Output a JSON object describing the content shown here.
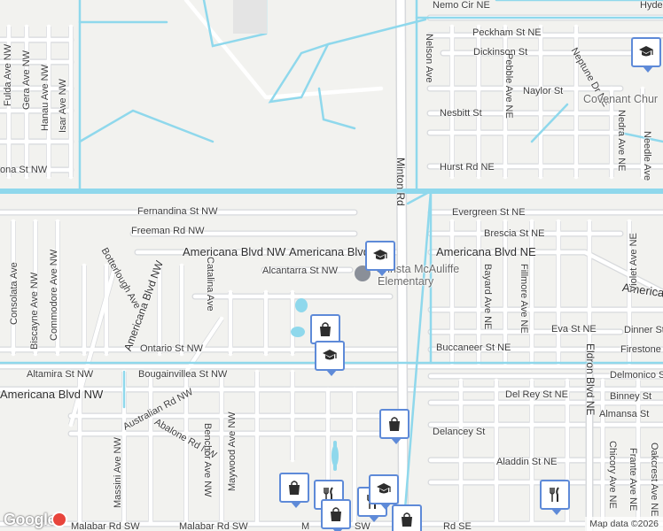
{
  "map": {
    "attribution": "Map data ©2026",
    "logo_text": "Google",
    "colors": {
      "land": "#f2f2ef",
      "road": "#ffffff",
      "road_casing": "#d7d9dc",
      "water": "#8fd8ec",
      "pin_border": "#5e8ad8",
      "pin_icon": "#2d2d2d"
    }
  },
  "streets": {
    "nemo_cir": "Nemo Cir NE",
    "hyde": "Hyde",
    "peckham": "Peckham St NE",
    "dickinson": "Dickinson St",
    "neptune": "Neptune Dr NE",
    "nelson": "Nelson Ave",
    "pebble": "Pebble Ave NE",
    "naylor": "Naylor St",
    "nesbitt": "Nesbitt St",
    "nedra": "Nedra Ave NE",
    "needle": "Needle Ave",
    "hurst": "Hurst Rd NE",
    "minton": "Minton Rd",
    "fulda": "Fulda Ave NW",
    "gera": "Gera Ave NW",
    "hanau": "Hanau Ave NW",
    "isar": "Isar Ave NW",
    "ona": "ona St NW",
    "fernandina": "Fernandina St NW",
    "freeman": "Freeman Rd NW",
    "evergreen": "Evergreen St NE",
    "brescia": "Brescia St NE",
    "americana_nw_1": "Americana Blvd NW",
    "americana_nw_2": "Americana Blvd",
    "americana_ne": "Americana Blvd NE",
    "americana_ne_2": "America",
    "consolata": "Consolata Ave",
    "biscayne": "Biscayne Ave NW",
    "commodore": "Commodore Ave NW",
    "botterlough": "Botterlough Ave",
    "americana_diag": "Americana Blvd NW",
    "catalina": "Catalina Ave",
    "alcantarra": "Alcantarra St NW",
    "bayard": "Bayard Ave NE",
    "fillmore": "Fillmore Ave NE",
    "violet": "Violet Ave NE",
    "eva": "Eva St NE",
    "dinner": "Dinner St",
    "ontario": "Ontario St NW",
    "buccaneer": "Buccaneer St NE",
    "firestone": "Firestone",
    "altamira": "Altamira St NW",
    "bougainvillea": "Bougainvillea St NW",
    "delmonico": "Delmonico St",
    "americana_w": "Americana Blvd NW",
    "eldron": "Eldron Blvd NE",
    "del_rey": "Del Rey St NE",
    "binney": "Binney St",
    "australian": "Australian Rd NW",
    "abalone": "Abalone Rd NW",
    "almansa": "Almansa St",
    "massini": "Massini Ave NW",
    "benchor": "Benchor Ave NW",
    "maywood": "Maywood Ave NW",
    "delancey": "Delancey St",
    "chicory": "Chicory Ave NE",
    "frante": "Frante Ave NE",
    "oakcrest": "Oakcrest Ave NE",
    "aladdin": "Aladdin St NE",
    "malabar_1": "Malabar Rd SW",
    "malabar_2": "Malabar Rd SW",
    "malabar_3": "M",
    "malabar_4": "SW",
    "malabar_5": "Rd SE"
  },
  "pois": {
    "covenant": "Covenant Chur",
    "school_line1": "Christa McAuliffe",
    "school_line2": "Elementary"
  },
  "markers": [
    {
      "icon": "school-icon"
    },
    {
      "icon": "shopping-bag-icon"
    },
    {
      "icon": "school-icon"
    },
    {
      "icon": "school-icon"
    },
    {
      "icon": "shopping-bag-icon"
    },
    {
      "icon": "shopping-bag-icon"
    },
    {
      "icon": "restaurant-icon"
    },
    {
      "icon": "restaurant-icon"
    },
    {
      "icon": "school-icon"
    },
    {
      "icon": "shopping-bag-icon"
    },
    {
      "icon": "restaurant-icon"
    },
    {
      "icon": "shopping-bag-icon"
    }
  ]
}
